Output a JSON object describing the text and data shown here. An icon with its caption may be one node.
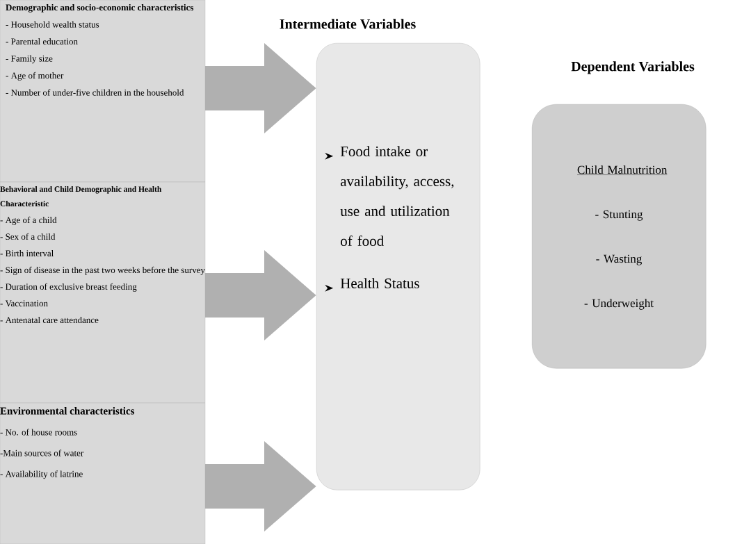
{
  "diagram": {
    "nodes": [
      {
        "text": [
          "Demographic and socio-economic characteristics",
          "- Household wealth status",
          "- Parental education",
          "- Family size",
          "- Age of mother",
          "- Number of under-five children in the household"
        ]
      },
      {
        "text": [
          "Behavioral and Child Demographic and Health Characteristic",
          "- Age of a child",
          "- Sex of a child",
          "- Birth interval",
          "- Sign of disease in the past two weeks before the survey",
          "- Duration of exclusive breast feeding",
          "- Vaccination",
          "- Antenatal care attendance"
        ]
      },
      {
        "text": [
          "Environmental characteristics",
          "- No. of house rooms",
          "-Main sources of water",
          "- Availability of latrine"
        ]
      },
      {
        "text": [
          "Intermediate Variables",
          "Food intake or availability, access, use and utilization of food",
          "Health Status"
        ]
      },
      {
        "text": [
          "Dependent Variables",
          "Child Malnutrition",
          "- Stunting",
          "- Wasting",
          "- Underweight"
        ]
      }
    ],
    "edges": [
      {
        "from": 0,
        "to": 3,
        "arrow": "to"
      },
      {
        "from": 1,
        "to": 3,
        "arrow": "to"
      },
      {
        "from": 2,
        "to": 3,
        "arrow": "to"
      }
    ]
  }
}
